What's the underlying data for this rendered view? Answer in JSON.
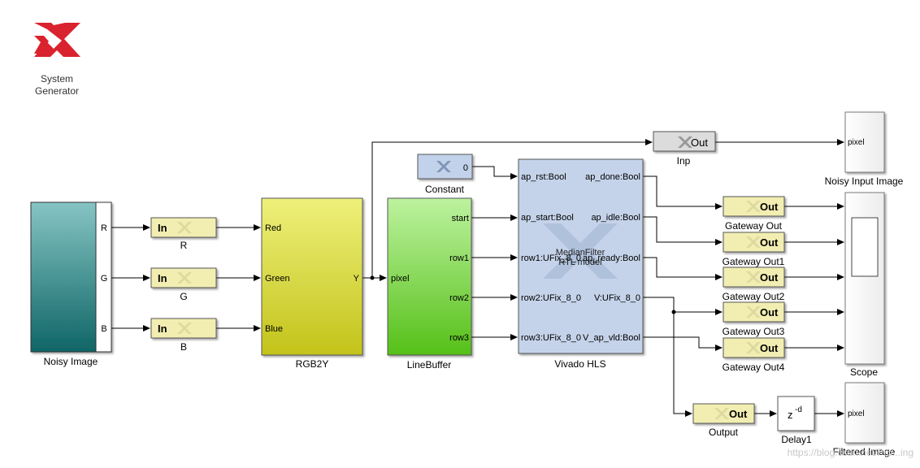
{
  "logo": {
    "line1": "System",
    "line2": "Generator"
  },
  "blocks": {
    "noisy_image": {
      "name": "Noisy Image",
      "ports": {
        "r": "R",
        "g": "G",
        "b": "B"
      }
    },
    "gw_in_r": {
      "port": "In",
      "name": "R"
    },
    "gw_in_g": {
      "port": "In",
      "name": "G"
    },
    "gw_in_b": {
      "port": "In",
      "name": "B"
    },
    "rgb2y": {
      "name": "RGB2Y",
      "in_red": "Red",
      "in_green": "Green",
      "in_blue": "Blue",
      "out_y": "Y"
    },
    "linebuffer": {
      "name": "LineBuffer",
      "in_pixel": "pixel",
      "out_start": "start",
      "out_row1": "row1",
      "out_row2": "row2",
      "out_row3": "row3"
    },
    "constant": {
      "name": "Constant",
      "value": "0"
    },
    "vivado_hls": {
      "name": "Vivado HLS",
      "watermark_line1": "MedianFilter",
      "watermark_line2": "RTL model",
      "in_ports": [
        "ap_rst:Bool",
        "ap_start:Bool",
        "row1:UFix_8_0",
        "row2:UFix_8_0",
        "row3:UFix_8_0"
      ],
      "out_ports": [
        "ap_done:Bool",
        "ap_idle:Bool",
        "ap_ready:Bool",
        "V:UFix_8_0",
        "V_ap_vld:Bool"
      ]
    },
    "inp": {
      "port": "Out",
      "name": "Inp"
    },
    "gw_out": {
      "port": "Out",
      "name": "Gateway Out"
    },
    "gw_out1": {
      "port": "Out",
      "name": "Gateway Out1"
    },
    "gw_out2": {
      "port": "Out",
      "name": "Gateway Out2"
    },
    "gw_out3": {
      "port": "Out",
      "name": "Gateway Out3"
    },
    "gw_out4": {
      "port": "Out",
      "name": "Gateway Out4"
    },
    "output": {
      "port": "Out",
      "name": "Output"
    },
    "delay1": {
      "name": "Delay1",
      "symbol": "z",
      "exponent": "-d"
    },
    "noisy_input_image": {
      "port": "pixel",
      "name": "Noisy Input Image"
    },
    "scope": {
      "name": "Scope"
    },
    "filtered_image": {
      "port": "pixel",
      "name": "Filtered Image"
    }
  },
  "watermark": "https://blog.csdn.net/Pro...ing",
  "colors": {
    "gateway": "#f2eeb2",
    "vivado": "#c5d3ea",
    "constant": "#c2d2ea",
    "rgb2y_top": "#ecee73",
    "rgb2y_bottom": "#c5c51c",
    "lb_top": "#b8ef98",
    "lb_bottom": "#5ec61e",
    "noisy_top": "#7fbfbf",
    "noisy_bottom": "#11696a"
  }
}
